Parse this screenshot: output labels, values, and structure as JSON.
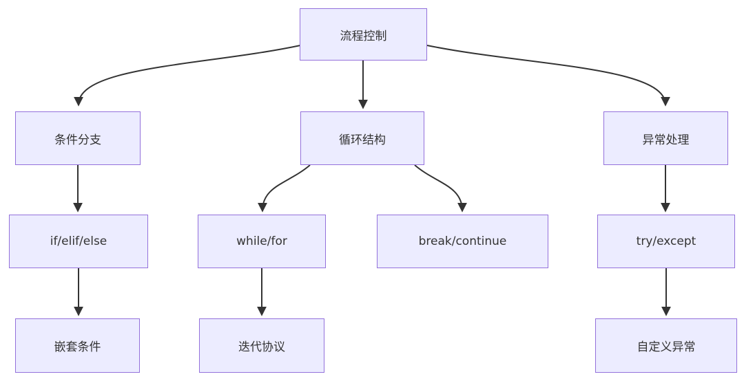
{
  "diagram": {
    "type": "flowchart",
    "direction": "top-down",
    "nodes": {
      "root": {
        "label": "流程控制"
      },
      "cond": {
        "label": "条件分支"
      },
      "loop": {
        "label": "循环结构"
      },
      "exc": {
        "label": "异常处理"
      },
      "ifelse": {
        "label": "if/elif/else"
      },
      "whilefor": {
        "label": "while/for"
      },
      "breakcont": {
        "label": "break/continue"
      },
      "tryexc": {
        "label": "try/except"
      },
      "nested": {
        "label": "嵌套条件"
      },
      "iter": {
        "label": "迭代协议"
      },
      "custom": {
        "label": "自定义异常"
      }
    },
    "edges": [
      {
        "from": "流程控制",
        "to": "条件分支"
      },
      {
        "from": "流程控制",
        "to": "循环结构"
      },
      {
        "from": "流程控制",
        "to": "异常处理"
      },
      {
        "from": "条件分支",
        "to": "if/elif/else"
      },
      {
        "from": "循环结构",
        "to": "while/for"
      },
      {
        "from": "循环结构",
        "to": "break/continue"
      },
      {
        "from": "异常处理",
        "to": "try/except"
      },
      {
        "from": "if/elif/else",
        "to": "嵌套条件"
      },
      {
        "from": "while/for",
        "to": "迭代协议"
      },
      {
        "from": "try/except",
        "to": "自定义异常"
      }
    ],
    "colors": {
      "node_fill": "#ECECFF",
      "node_border": "#9370DB",
      "text": "#333333",
      "edge": "#333333",
      "background": "#FFFFFF"
    }
  }
}
